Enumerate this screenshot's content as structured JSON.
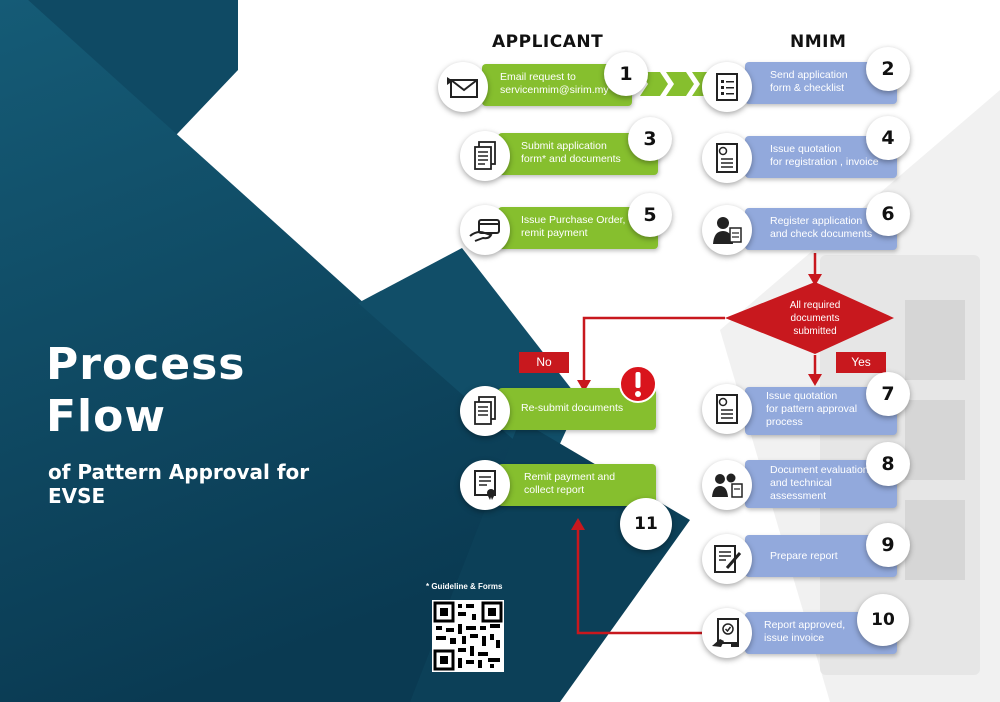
{
  "title": {
    "line1": "Process",
    "line2": "Flow",
    "sub1": "of Pattern Approval for",
    "sub2": "EVSE"
  },
  "columns": {
    "applicant": "APPLICANT",
    "nmim": "NMIM"
  },
  "steps": {
    "s1": {
      "number": "1",
      "text": "Email request to\nservicenmim@sirim.my",
      "icon": "envelope-icon"
    },
    "s2": {
      "number": "2",
      "text": "Send application\nform  & checklist",
      "icon": "form-list-icon"
    },
    "s3": {
      "number": "3",
      "text": "Submit application\nform*  and documents",
      "icon": "documents-icon"
    },
    "s4": {
      "number": "4",
      "text": "Issue quotation\nfor registration , invoice",
      "icon": "invoice-icon"
    },
    "s5": {
      "number": "5",
      "text": "Issue Purchase Order,\nremit  payment",
      "icon": "card-payment-icon"
    },
    "s6": {
      "number": "6",
      "text": "Register application\nand check documents",
      "icon": "officer-icon"
    },
    "resubmit": {
      "text": "Re-submit documents",
      "icon": "documents-icon"
    },
    "s7": {
      "number": "7",
      "text": "Issue quotation\nfor pattern  approval\nprocess",
      "icon": "invoice-icon"
    },
    "s8": {
      "number": "8",
      "text": "Document evaluation\nand technical\nassessment",
      "icon": "team-icon"
    },
    "s9": {
      "number": "9",
      "text": "Prepare report",
      "icon": "report-pen-icon"
    },
    "s10": {
      "number": "10",
      "text": "Report approved,\nissue invoice",
      "icon": "approved-report-icon"
    },
    "s11": {
      "number": "11",
      "text": "Remit payment  and\ncollect report",
      "icon": "certificate-icon"
    }
  },
  "decision": {
    "text": "All required\ndocuments\nsubmitted",
    "yes": "Yes",
    "no": "No"
  },
  "qr": {
    "caption": "* Guideline & Forms",
    "icon": "qr-code-icon"
  },
  "colors": {
    "navy": "#0f4a64",
    "green": "#86bf2e",
    "blue": "#92a9dc",
    "red": "#c8181e"
  }
}
